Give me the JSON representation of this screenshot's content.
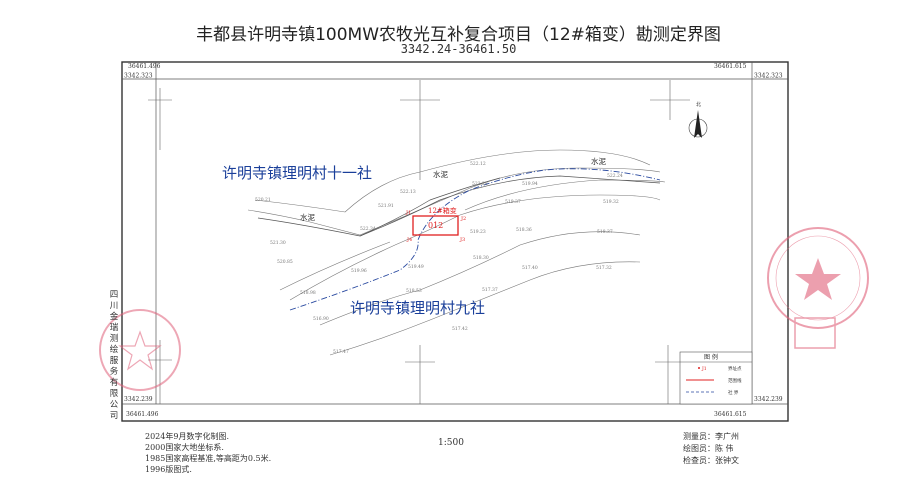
{
  "title": "丰都县许明寺镇100MW农牧光互补复合项目（12#箱变）勘测定界图",
  "subtitle": "3342.24-36461.50",
  "frame": {
    "top_left_x": "36461.496",
    "top_left_y": "3342.323",
    "top_right_x": "36461.615",
    "top_right_y": "3342.323",
    "bottom_left_x": "36461.496",
    "bottom_left_y": "3342.239",
    "bottom_right_x": "36461.615",
    "bottom_right_y": "3342.239"
  },
  "map": {
    "north": "北",
    "village_north": "许明寺镇理明村十一社",
    "village_south": "许明寺镇理明村九社",
    "surface_labels": [
      "水泥",
      "水泥",
      "水泥"
    ],
    "parcel_label": "12#箱变",
    "parcel_id": "012",
    "points": [
      "J1",
      "J2",
      "J3",
      "J4"
    ],
    "elevations": [
      "522.12",
      "522.13",
      "520.21",
      "522.24",
      "522.28",
      "519.94",
      "519.37",
      "519.32",
      "522.34",
      "521.91",
      "521.30",
      "520.85",
      "519.23",
      "518.36",
      "518.37",
      "518.30",
      "519.49",
      "519.96",
      "517.40",
      "517.32",
      "517.37",
      "518.98",
      "518.53",
      "516.90",
      "517.42",
      "517.47"
    ]
  },
  "legend": {
    "title": "图  例",
    "items": [
      {
        "symbol": "J1",
        "label": "界址点"
      },
      {
        "label": "范围线"
      },
      {
        "label": "社  界"
      }
    ]
  },
  "company": "四川金瑞测绘服务有限公司",
  "notes": [
    "2024年9月数字化制图.",
    "2000国家大地坐标系.",
    "1985国家高程基准,等高距为0.5米.",
    "1996版图式."
  ],
  "scale": "1:500",
  "staff": [
    "测量员：李广州",
    "绘图员：陈  伟",
    "检查员：张钟文"
  ],
  "colors": {
    "parcel": "#e02020",
    "village": "#1a3f9a",
    "boundary": "#2a4aa0",
    "stamp": "#e0607a"
  }
}
